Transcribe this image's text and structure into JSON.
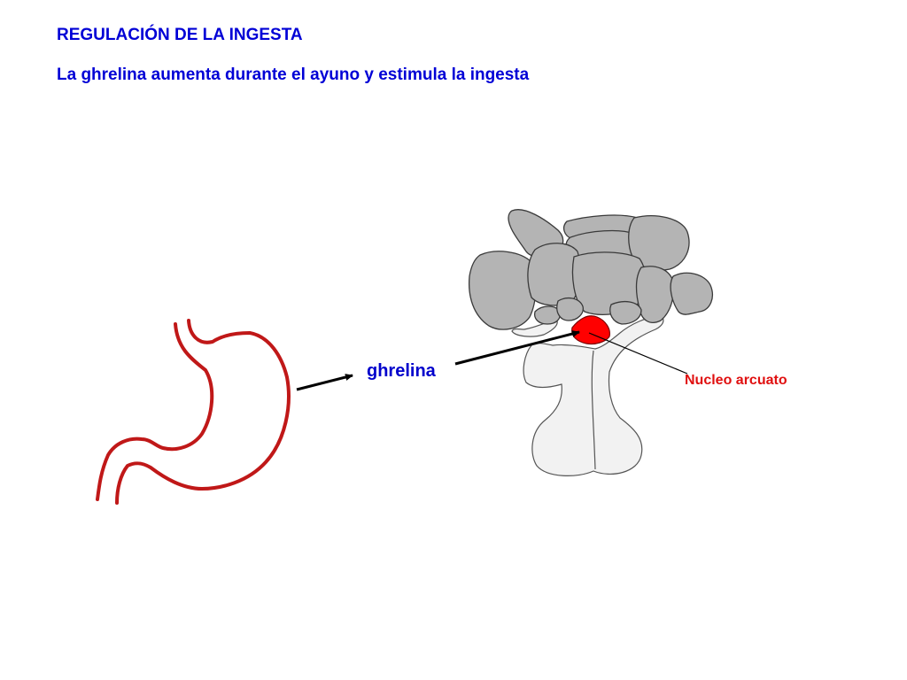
{
  "slide": {
    "title": "REGULACIÓN DE LA INGESTA",
    "subtitle": "La ghrelina aumenta durante el ayuno y estimula la ingesta"
  },
  "diagram": {
    "hormone_label": "ghrelina",
    "nucleus_label": "Nucleo arcuato",
    "colors": {
      "text_blue": "#0000d6",
      "stomach_outline": "#c01818",
      "nucleus_fill": "#ff0000",
      "brain_lobes_fill": "#b4b4b4",
      "brainstem_fill": "#f2f2f2",
      "outline": "#333333",
      "label_red": "#e01010"
    }
  }
}
